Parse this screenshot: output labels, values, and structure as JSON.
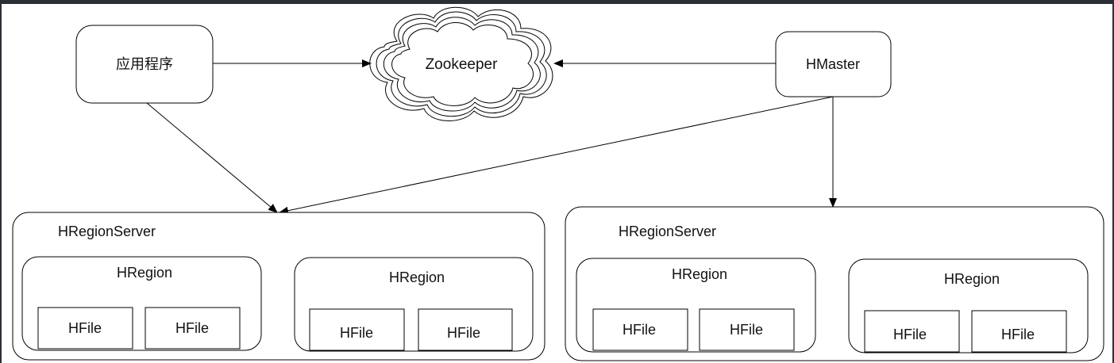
{
  "nodes": {
    "app": {
      "label": "应用程序"
    },
    "zookeeper": {
      "label": "Zookeeper"
    },
    "hmaster": {
      "label": "HMaster"
    },
    "server_left": {
      "label": "HRegionServer",
      "regions": [
        {
          "label": "HRegion",
          "files": [
            "HFile",
            "HFile"
          ]
        },
        {
          "label": "HRegion",
          "files": [
            "HFile",
            "HFile"
          ]
        }
      ]
    },
    "server_right": {
      "label": "HRegionServer",
      "regions": [
        {
          "label": "HRegion",
          "files": [
            "HFile",
            "HFile"
          ]
        },
        {
          "label": "HRegion",
          "files": [
            "HFile",
            "HFile"
          ]
        }
      ]
    }
  },
  "edges": [
    {
      "from": "app",
      "to": "zookeeper"
    },
    {
      "from": "hmaster",
      "to": "zookeeper"
    },
    {
      "from": "app",
      "to": "server_left"
    },
    {
      "from": "hmaster",
      "to": "server_left"
    },
    {
      "from": "hmaster",
      "to": "server_right"
    }
  ]
}
